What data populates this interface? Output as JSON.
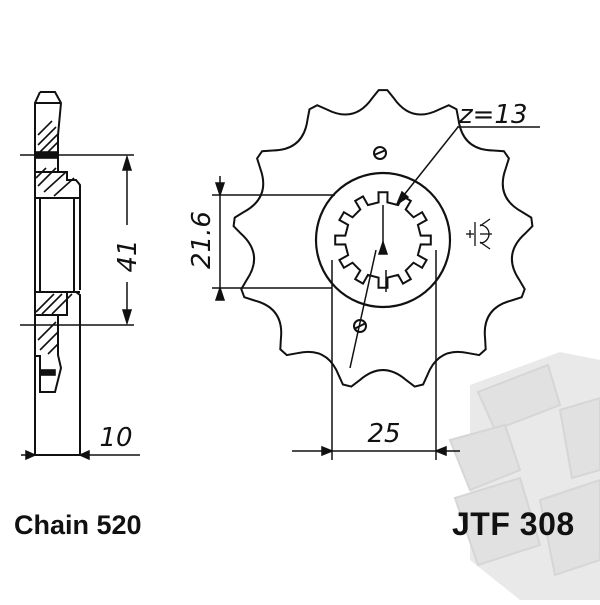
{
  "drawing": {
    "tooth_label": "z=13",
    "dim_hub_height": "41",
    "dim_spline": "21.6",
    "dim_width": "10",
    "dim_bore": "25"
  },
  "labels": {
    "chain": "Chain 520",
    "model": "JTF 308"
  },
  "watermark": {
    "kind": "robot-mascot-logo",
    "color": "#d8d8d8"
  }
}
